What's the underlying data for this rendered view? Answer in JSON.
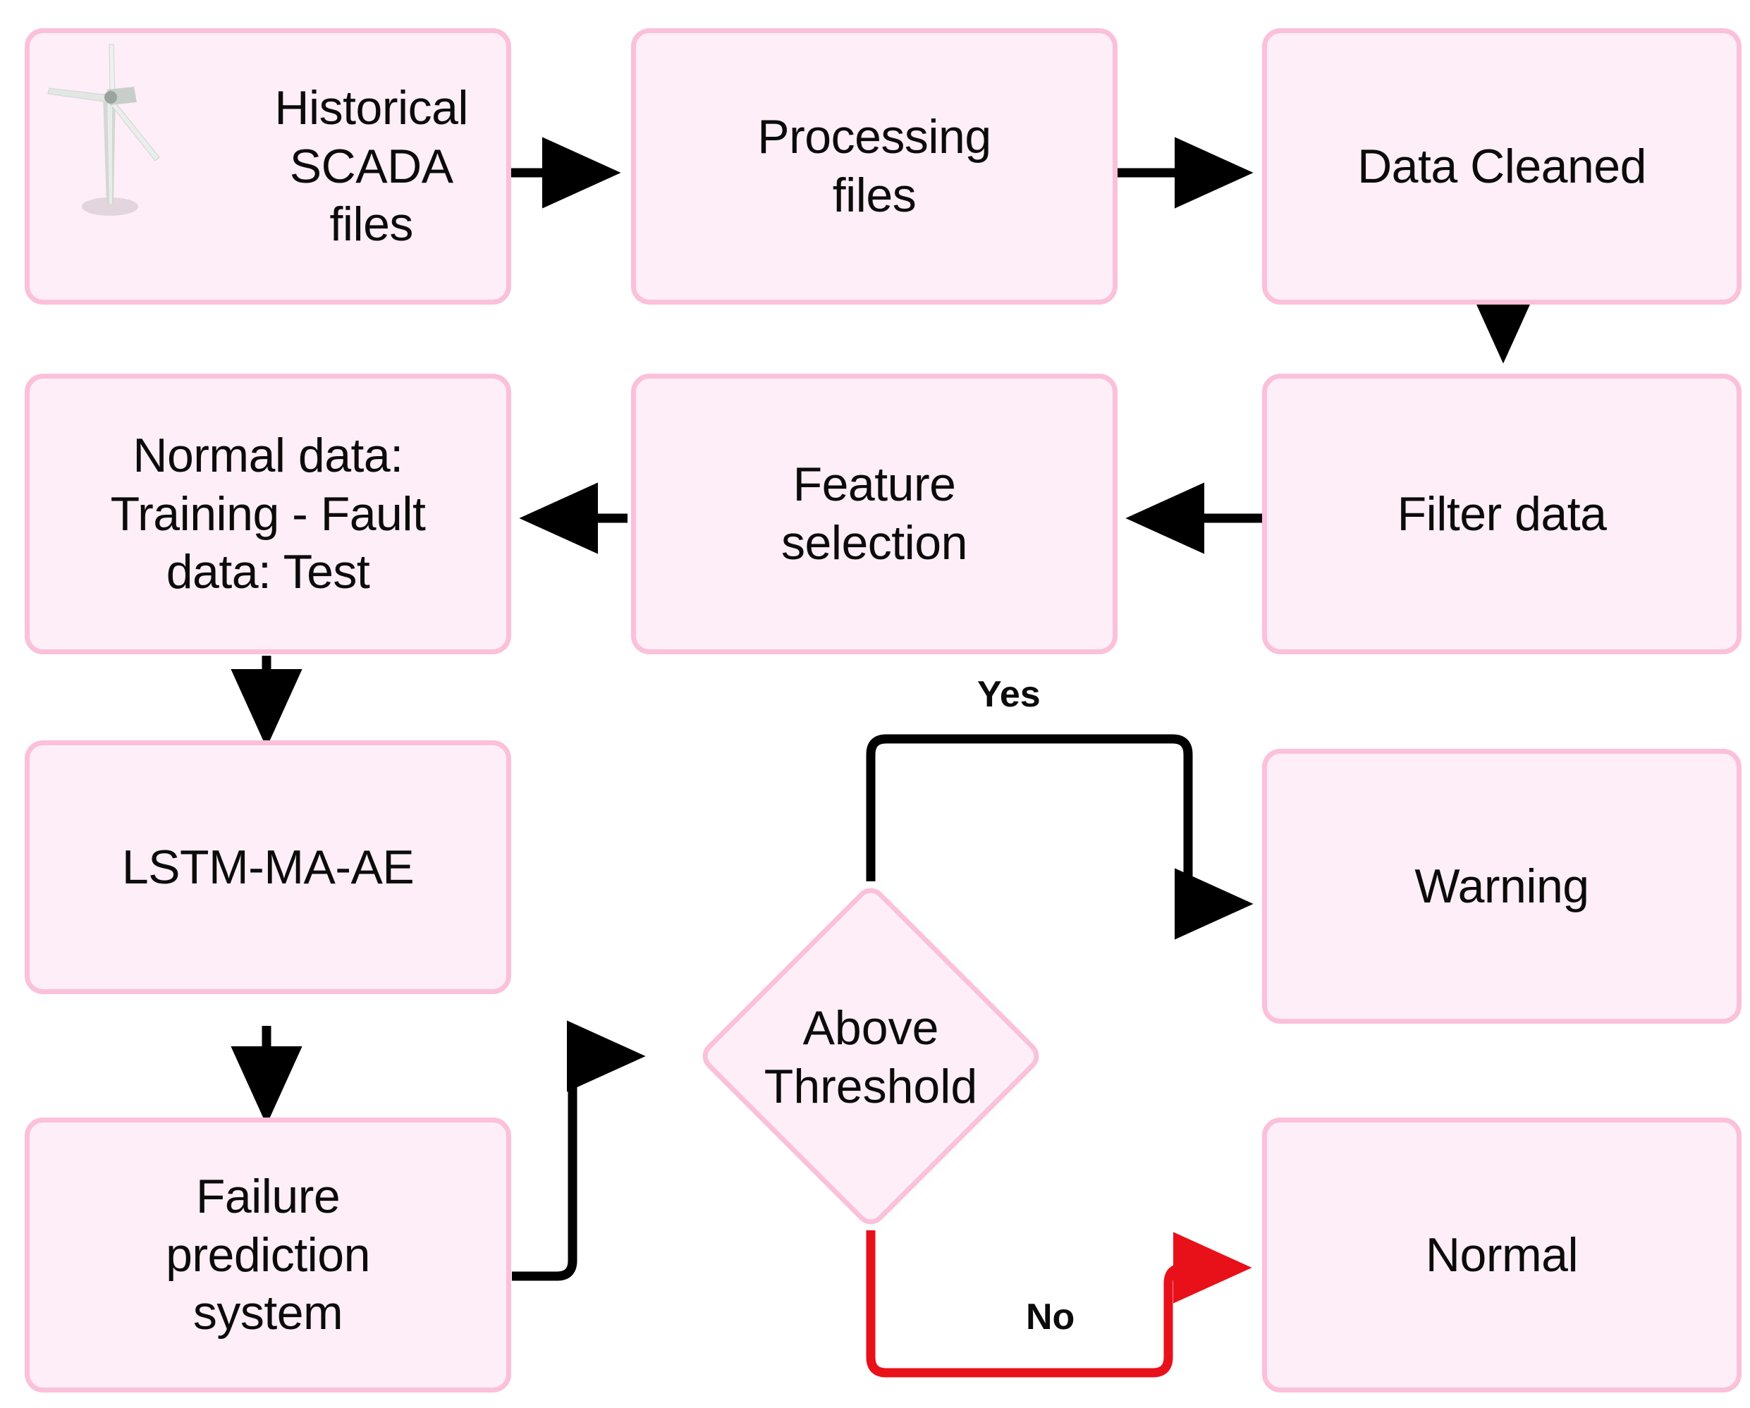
{
  "diagram": {
    "title": "Wind turbine failure prediction flowchart",
    "colors": {
      "node_fill": "#fdeef7",
      "node_border": "#fbc0da",
      "edge_default": "#000000",
      "edge_no": "#e8111a",
      "text": "#0b0b0b"
    },
    "nodes": [
      {
        "id": "historical-scada",
        "label": "Historical\nSCADA\nfiles",
        "shape": "rounded-rect",
        "icon": "wind-turbine-icon"
      },
      {
        "id": "processing-files",
        "label": "Processing\nfiles",
        "shape": "rounded-rect"
      },
      {
        "id": "data-cleaned",
        "label": "Data Cleaned",
        "shape": "rounded-rect"
      },
      {
        "id": "normal-data-split",
        "label": "Normal data:\nTraining - Fault\ndata: Test",
        "shape": "rounded-rect"
      },
      {
        "id": "feature-selection",
        "label": "Feature\nselection",
        "shape": "rounded-rect"
      },
      {
        "id": "filter-data",
        "label": "Filter data",
        "shape": "rounded-rect"
      },
      {
        "id": "lstm-ma-ae",
        "label": "LSTM-MA-AE",
        "shape": "rounded-rect"
      },
      {
        "id": "warning",
        "label": "Warning",
        "shape": "rounded-rect"
      },
      {
        "id": "failure-prediction",
        "label": "Failure\nprediction\nsystem",
        "shape": "rounded-rect"
      },
      {
        "id": "above-threshold",
        "label": "Above\nThreshold",
        "shape": "diamond"
      },
      {
        "id": "normal",
        "label": "Normal",
        "shape": "rounded-rect"
      }
    ],
    "edges": [
      {
        "from": "historical-scada",
        "to": "processing-files",
        "label": "",
        "color": "#000000"
      },
      {
        "from": "processing-files",
        "to": "data-cleaned",
        "label": "",
        "color": "#000000"
      },
      {
        "from": "data-cleaned",
        "to": "filter-data",
        "label": "",
        "color": "#000000"
      },
      {
        "from": "filter-data",
        "to": "feature-selection",
        "label": "",
        "color": "#000000"
      },
      {
        "from": "feature-selection",
        "to": "normal-data-split",
        "label": "",
        "color": "#000000"
      },
      {
        "from": "normal-data-split",
        "to": "lstm-ma-ae",
        "label": "",
        "color": "#000000"
      },
      {
        "from": "lstm-ma-ae",
        "to": "failure-prediction",
        "label": "",
        "color": "#000000"
      },
      {
        "from": "failure-prediction",
        "to": "above-threshold",
        "label": "",
        "color": "#000000"
      },
      {
        "from": "above-threshold",
        "to": "warning",
        "label": "Yes",
        "color": "#000000"
      },
      {
        "from": "above-threshold",
        "to": "normal",
        "label": "No",
        "color": "#e8111a"
      }
    ],
    "edge_labels": {
      "yes": "Yes",
      "no": "No"
    }
  }
}
